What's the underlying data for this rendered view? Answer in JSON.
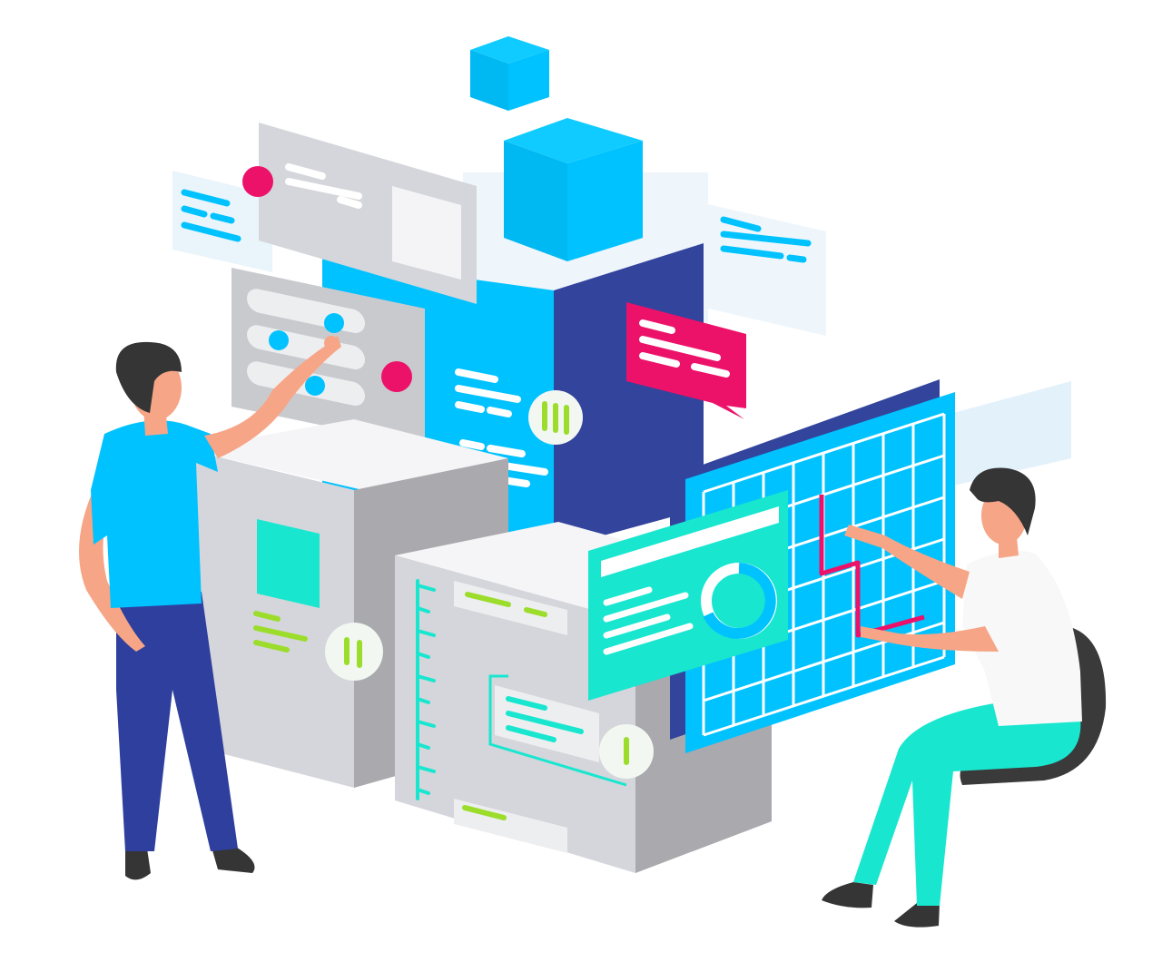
{
  "scene": {
    "kind": "isometric illustration",
    "text_items": [],
    "palette": {
      "cyan": "#00C2FF",
      "navy": "#33449C",
      "teal": "#19E6CF",
      "magenta": "#EC1269",
      "lime": "#9BDD2A",
      "grey_light": "#D5D6DB",
      "grey_mid": "#A9A9AE",
      "skin": "#F6A586",
      "hair": "#353535",
      "pants_blue": "#2E3F9E",
      "shirt_white": "#F8F8F8",
      "chair": "#3A3A3A"
    }
  },
  "icons": {
    "two_bar": "pause-glyph",
    "three_bar": "menu-bars-glyph",
    "one_bar": "single-bar-glyph",
    "donut": "donut-chart",
    "grid": "grid-chart",
    "chat": "chat-bubble"
  },
  "figures": [
    {
      "role": "standing person pointing at panel"
    },
    {
      "role": "seated person drawing on grid"
    }
  ]
}
